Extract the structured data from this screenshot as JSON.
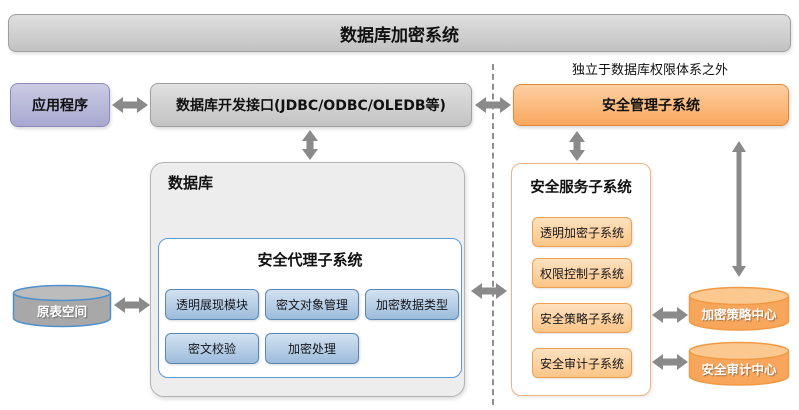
{
  "banner": {
    "title": "数据库加密系统"
  },
  "top_row": {
    "app_label": "应用程序",
    "api_label": "数据库开发接口(JDBC/ODBC/OLEDB等)",
    "mgmt_note": "独立于数据库权限体系之外",
    "mgmt_label": "安全管理子系统"
  },
  "database": {
    "label": "数据库",
    "agent": {
      "title": "安全代理子系统",
      "modules": [
        "透明展现模块",
        "密文对象管理",
        "加密数据类型",
        "密文校验",
        "加密处理"
      ]
    }
  },
  "storage": {
    "table_space_label": "原表空间"
  },
  "service": {
    "title": "安全服务子系统",
    "subsystems": [
      "透明加密子系统",
      "权限控制子系统",
      "安全策略子系统",
      "安全审计子系统"
    ]
  },
  "centers": {
    "policy": "加密策略中心",
    "audit": "安全审计中心"
  },
  "colors": {
    "blue_accent": "#5b9bd5",
    "orange_accent": "#f9a75e",
    "orange_border": "#e08a38",
    "purple_fill": "#a8a8d0",
    "gray_fill": "#c3c3c3",
    "arrow_gray": "#8a8a8a"
  }
}
